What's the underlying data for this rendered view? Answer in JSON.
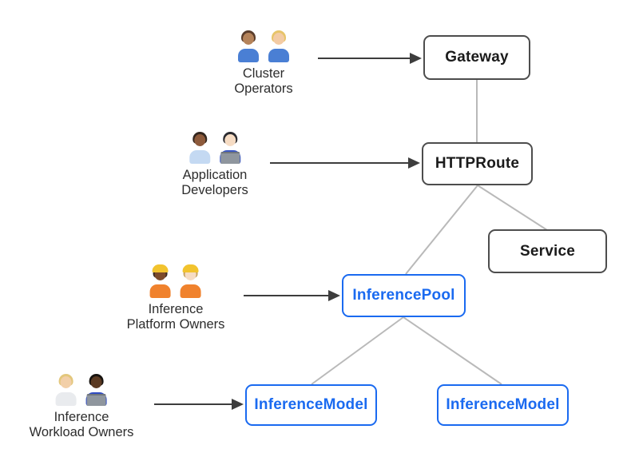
{
  "colors": {
    "accent_blue": "#1a6af0",
    "dark_border": "#4d4d4d",
    "dark_text": "#1b1b1b",
    "wire_gray": "#b9b9b9",
    "arrow_dark": "#3d3d3d",
    "label_text": "#2d2d2d",
    "background": "#ffffff"
  },
  "nodes": {
    "gateway": {
      "label": "Gateway",
      "variant": "dark"
    },
    "httproute": {
      "label": "HTTPRoute",
      "variant": "dark"
    },
    "service": {
      "label": "Service",
      "variant": "dark"
    },
    "inference_pool": {
      "label": "InferencePool",
      "variant": "blue"
    },
    "inference_model_left": {
      "label": "InferenceModel",
      "variant": "blue"
    },
    "inference_model_right": {
      "label": "InferenceModel",
      "variant": "blue"
    }
  },
  "personas": [
    {
      "name": "cluster-operators",
      "lines": [
        "Cluster",
        "Operators"
      ],
      "emoji": "👨🏽‍🔧 👩🏼‍🔧",
      "points_to": "Gateway",
      "people": [
        {
          "icon_name": "man-mechanic-emoji",
          "skin": "#b5835a",
          "hair": "#5a3d2b",
          "top": "#4a7fd4"
        },
        {
          "icon_name": "woman-mechanic-emoji",
          "skin": "#f3cba4",
          "hair": "#e7c469",
          "top": "#4a7fd4"
        }
      ]
    },
    {
      "name": "application-developers",
      "lines": [
        "Application",
        "Developers"
      ],
      "emoji": "👨🏾‍💼 👩🏻‍💻",
      "points_to": "HTTPRoute",
      "people": [
        {
          "icon_name": "man-office-worker-emoji",
          "skin": "#8d5a3b",
          "hair": "#33261e",
          "top": "#c4d9f2"
        },
        {
          "icon_name": "woman-technologist-emoji",
          "skin": "#f6dcc4",
          "hair": "#2b2b30",
          "top": "#3a57c2",
          "laptop": true
        }
      ]
    },
    {
      "name": "inference-platform-owners",
      "lines": [
        "Inference",
        "Platform Owners"
      ],
      "emoji": "👷🏾‍♀️ 👷🏻",
      "points_to": "InferencePool",
      "people": [
        {
          "icon_name": "woman-construction-worker-emoji",
          "skin": "#7c4a2a",
          "hair": "#3a2a20",
          "hat": "#f2c32e",
          "top": "#f0822d"
        },
        {
          "icon_name": "man-construction-worker-emoji",
          "skin": "#f6dcc4",
          "hair": "#c9a35e",
          "hat": "#f2c32e",
          "top": "#f0822d"
        }
      ]
    },
    {
      "name": "inference-workload-owners",
      "lines": [
        "Inference",
        "Workload Owners"
      ],
      "emoji": "👩🏼‍⚕️ 👨🏿‍💻",
      "points_to": "InferenceModel",
      "people": [
        {
          "icon_name": "health-worker-coat-emoji",
          "skin": "#f2cfa8",
          "hair": "#e3c77c",
          "top": "#e9ebee"
        },
        {
          "icon_name": "man-technologist-dark-emoji",
          "skin": "#5b3a22",
          "hair": "#17130f",
          "top": "#2f4bc2",
          "laptop": true
        }
      ]
    }
  ]
}
